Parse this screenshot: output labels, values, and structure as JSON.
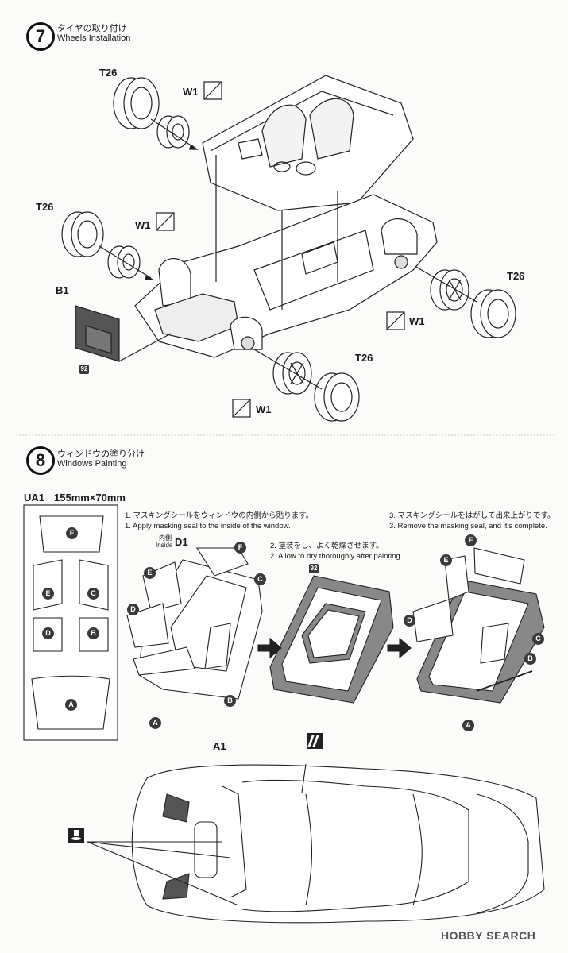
{
  "step7": {
    "number": "7",
    "title_jp": "タイヤの取り付け",
    "title_en": "Wheels Installation",
    "labels": {
      "t26_a": "T26",
      "w1_a": "W1",
      "t26_b": "T26",
      "w1_b": "W1",
      "b1": "B1",
      "paint_92": "92",
      "t26_c": "T26",
      "w1_c": "W1",
      "t26_d": "T26",
      "w1_d": "W1"
    }
  },
  "step8": {
    "number": "8",
    "title_jp": "ウィンドウの塗り分け",
    "title_en": "Windows Painting",
    "sheet_label": "UA1",
    "sheet_size": "155mm×70mm",
    "note1_jp": "1. マスキングシールをウィンドウの内側から貼ります。",
    "note1_en": "1. Apply masking seal to the inside of the window.",
    "note2_jp": "2. 塗装をし、よく乾燥させます。",
    "note2_en": "2. Allow to dry thoroughly after painting.",
    "note3_jp": "3. マスキングシールをはがして出来上がりです。",
    "note3_en": "3. Remove the masking seal, and it's complete.",
    "inside_jp": "内側",
    "inside_en": "Inside",
    "part_d1": "D1",
    "paint_92": "92",
    "sheet_pieces": [
      "F",
      "E",
      "C",
      "D",
      "B",
      "A"
    ],
    "diagram_markers": {
      "step1": [
        "F",
        "E",
        "C",
        "D",
        "B",
        "A"
      ],
      "step3": [
        "F",
        "E",
        "C",
        "D",
        "B",
        "A"
      ]
    },
    "a1_label": "A1"
  },
  "watermark": "HOBBY SEARCH"
}
